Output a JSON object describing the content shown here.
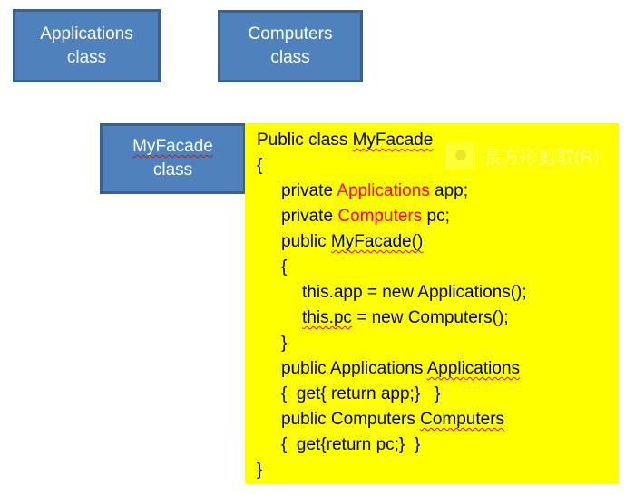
{
  "boxes": {
    "applications": {
      "line1": "Applications",
      "line2": "class"
    },
    "computers": {
      "line1": "Computers",
      "line2": "class"
    },
    "myfacade": {
      "line1": "MyFacade",
      "line2": "class"
    }
  },
  "code": {
    "lines": [
      {
        "indent": 0,
        "segments": [
          {
            "t": "Public class "
          },
          {
            "t": "MyFacade",
            "squiggle": true
          }
        ]
      },
      {
        "indent": 0,
        "segments": [
          {
            "t": "{"
          }
        ]
      },
      {
        "indent": 1,
        "segments": [
          {
            "t": "private "
          },
          {
            "t": "Applications",
            "color": "red"
          },
          {
            "t": " app;"
          }
        ]
      },
      {
        "indent": 1,
        "segments": [
          {
            "t": "private "
          },
          {
            "t": "Computers",
            "color": "red"
          },
          {
            "t": " pc;"
          }
        ]
      },
      {
        "indent": 1,
        "segments": [
          {
            "t": "public "
          },
          {
            "t": "MyFacade()",
            "squiggle": true
          }
        ]
      },
      {
        "indent": 1,
        "segments": [
          {
            "t": "{"
          }
        ]
      },
      {
        "indent": 2,
        "segments": [
          {
            "t": "this.app = new Applications();"
          }
        ]
      },
      {
        "indent": 2,
        "segments": [
          {
            "t": "this.pc",
            "squiggle": true
          },
          {
            "t": " = new Computers();"
          }
        ]
      },
      {
        "indent": 1,
        "segments": [
          {
            "t": "}"
          }
        ]
      },
      {
        "indent": 1,
        "segments": [
          {
            "t": "public Applications "
          },
          {
            "t": "Applications",
            "squiggle": true
          }
        ]
      },
      {
        "indent": 1,
        "segments": [
          {
            "t": "{  get{ return app;}   }"
          }
        ]
      },
      {
        "indent": 1,
        "segments": [
          {
            "t": "public Computers "
          },
          {
            "t": "Computers",
            "squiggle": true
          }
        ]
      },
      {
        "indent": 1,
        "segments": [
          {
            "t": "{  get{return pc;}  }"
          }
        ]
      },
      {
        "indent": 0,
        "segments": [
          {
            "t": "}"
          }
        ]
      }
    ]
  },
  "ghost_menu": {
    "label": "長方形剪取(R)",
    "bullet": "circle-icon"
  },
  "colors": {
    "box_fill": "#4f81bd",
    "box_border": "#38618f",
    "box_text": "#ffffff",
    "code_bg": "#ffff00",
    "code_text": "#000000",
    "code_keyword_red": "#ff0000",
    "squiggle": "#e01000",
    "background": "#ffffff"
  }
}
